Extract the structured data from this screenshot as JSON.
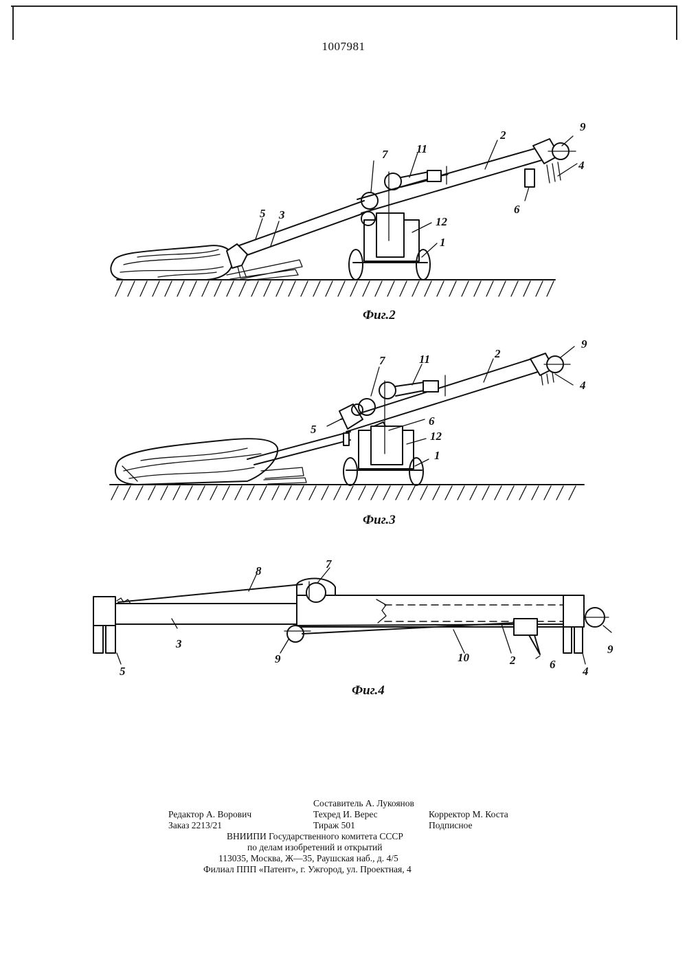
{
  "patent_number": "1007981",
  "figures": [
    {
      "caption": "Фиг.2",
      "labels": [
        "1",
        "2",
        "3",
        "4",
        "5",
        "6",
        "7",
        "9",
        "11",
        "12"
      ]
    },
    {
      "caption": "Фиг.3",
      "labels": [
        "1",
        "2",
        "4",
        "5",
        "6",
        "7",
        "9",
        "11",
        "12"
      ]
    },
    {
      "caption": "Фиг.4",
      "labels": [
        "2",
        "3",
        "4",
        "5",
        "6",
        "7",
        "8",
        "9",
        "9",
        "10"
      ]
    }
  ],
  "imprint": {
    "compiler": "Составитель А.   Лукоянов",
    "editor": "Редактор А. Ворович",
    "tech_editor": "Техред И. Верес",
    "proofreader": "Корректор М. Коста",
    "order": "Заказ 2213/21",
    "circulation": "Тираж 501",
    "subscription": "Подписное",
    "org_line1": "ВНИИПИ   Государственного   комитета   СССР",
    "org_line2": "по   делам   изобретений   и   открытий",
    "address": "113035,   Москва,   Ж—35,   Раушская   наб.,   д.   4/5",
    "branch": "Филиал   ППП   «Патент»,   г.   Ужгород,   ул.   Проектная,   4"
  }
}
